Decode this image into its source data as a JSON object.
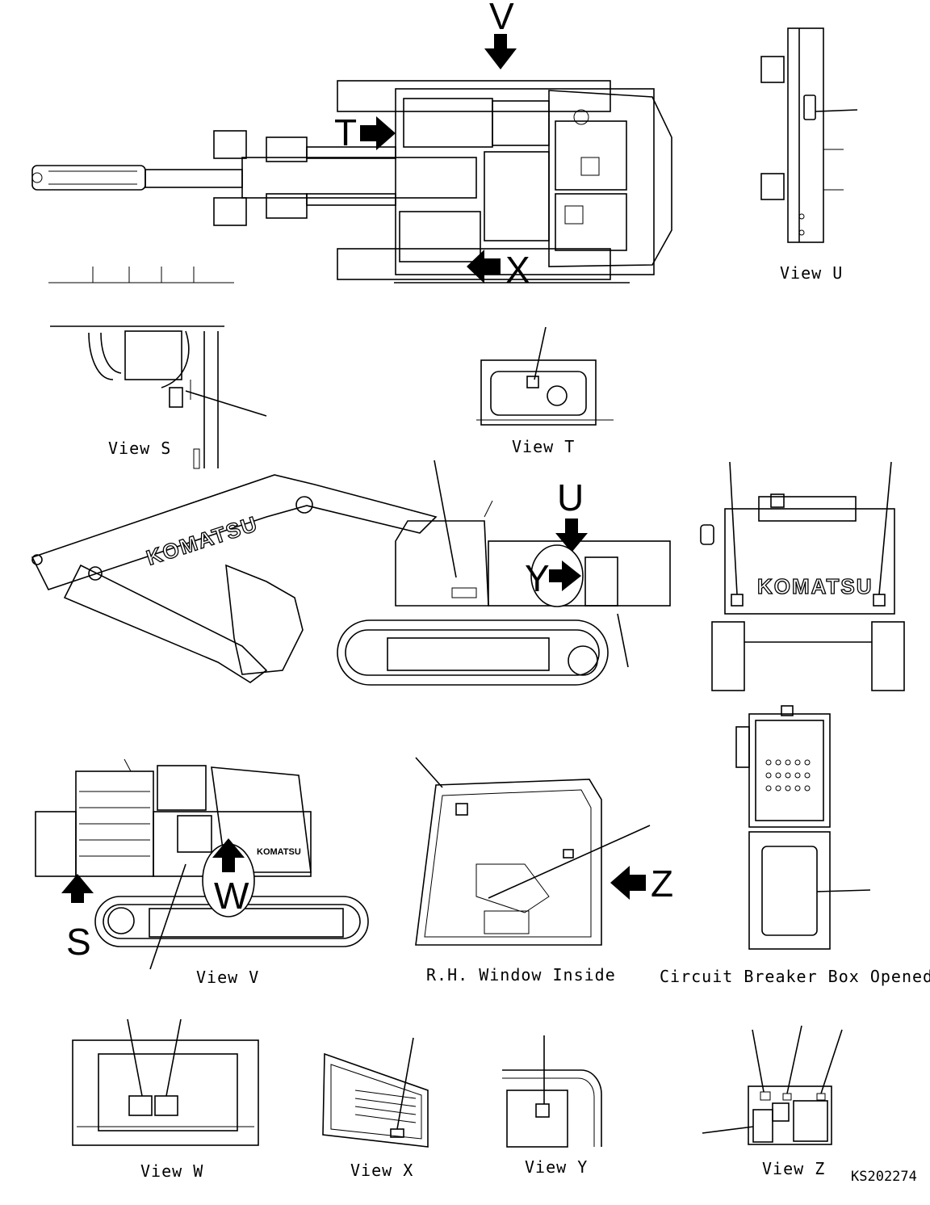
{
  "views": {
    "top_arrow_v": "V",
    "top_arrow_t": "T",
    "top_arrow_x": "X",
    "side_arrow_u": "U",
    "side_arrow_y": "Y",
    "arrow_w": "W",
    "arrow_s": "S",
    "arrow_z": "Z",
    "view_u": "View U",
    "view_s": "View S",
    "view_t": "View T",
    "view_v": "View V",
    "rh_window": "R.H. Window Inside",
    "breaker_box": "Circuit Breaker Box Opened",
    "view_w": "View W",
    "view_x": "View X",
    "view_y": "View Y",
    "view_z": "View Z"
  },
  "brand": "KOMATSU",
  "drawing_code": "KS202274"
}
